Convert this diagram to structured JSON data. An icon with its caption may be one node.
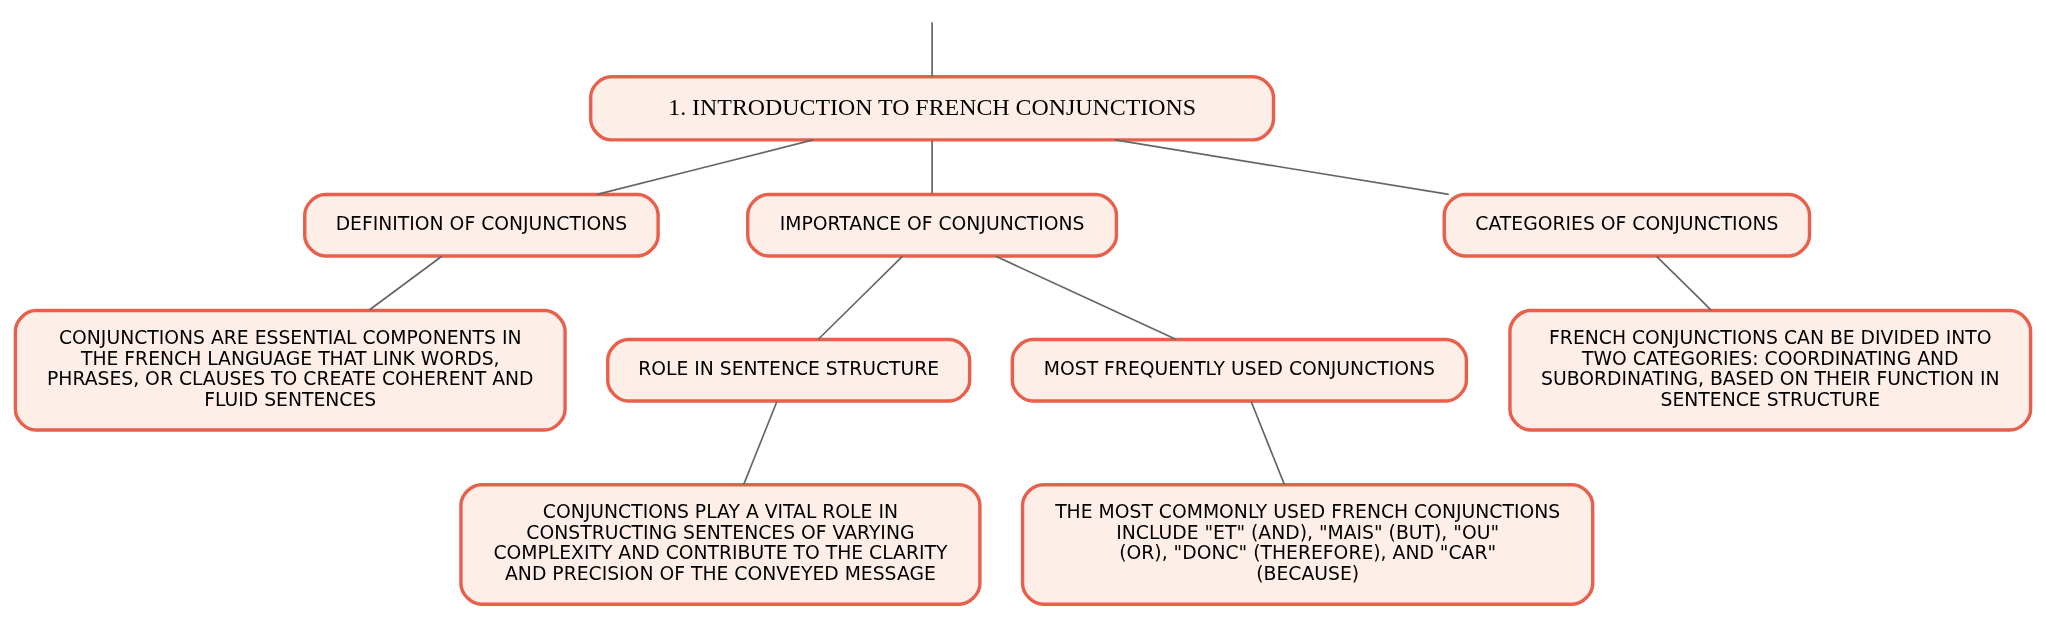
{
  "diagram": {
    "nodes": [
      {
        "text": [
          "1. INTRODUCTION TO FRENCH CONJUNCTIONS"
        ]
      },
      {
        "text": [
          "DEFINITION OF CONJUNCTIONS"
        ]
      },
      {
        "text": [
          "IMPORTANCE OF CONJUNCTIONS"
        ]
      },
      {
        "text": [
          "CATEGORIES OF CONJUNCTIONS"
        ]
      },
      {
        "text": [
          "CONJUNCTIONS ARE ESSENTIAL COMPONENTS IN THE FRENCH LANGUAGE THAT LINK WORDS, PHRASES, OR CLAUSES TO CREATE COHERENT AND FLUID SENTENCES"
        ]
      },
      {
        "text": [
          "ROLE IN SENTENCE STRUCTURE"
        ]
      },
      {
        "text": [
          "MOST FREQUENTLY USED CONJUNCTIONS"
        ]
      },
      {
        "text": [
          "CONJUNCTIONS PLAY A VITAL ROLE IN CONSTRUCTING SENTENCES OF VARYING COMPLEXITY AND CONTRIBUTE TO THE CLARITY AND PRECISION OF THE CONVEYED MESSAGE"
        ]
      },
      {
        "text": [
          "THE MOST COMMONLY USED FRENCH CONJUNCTIONS INCLUDE \"ET\" (AND), \"MAIS\" (BUT), \"OU\" (OR), \"DONC\" (THEREFORE), AND \"CAR\" (BECAUSE)"
        ]
      },
      {
        "text": [
          "FRENCH CONJUNCTIONS CAN BE DIVIDED INTO TWO CATEGORIES: COORDINATING AND SUBORDINATING, BASED ON THEIR FUNCTION IN SENTENCE STRUCTURE"
        ]
      }
    ],
    "edges": [
      {
        "from": null,
        "to": 0,
        "arrow": "none"
      },
      {
        "from": 0,
        "to": 1,
        "arrow": "none"
      },
      {
        "from": 0,
        "to": 2,
        "arrow": "none"
      },
      {
        "from": 0,
        "to": 3,
        "arrow": "none"
      },
      {
        "from": 1,
        "to": 4,
        "arrow": "none"
      },
      {
        "from": 2,
        "to": 5,
        "arrow": "none"
      },
      {
        "from": 2,
        "to": 6,
        "arrow": "none"
      },
      {
        "from": 3,
        "to": 9,
        "arrow": "none"
      },
      {
        "from": 5,
        "to": 7,
        "arrow": "none"
      },
      {
        "from": 6,
        "to": 8,
        "arrow": "none"
      }
    ]
  }
}
